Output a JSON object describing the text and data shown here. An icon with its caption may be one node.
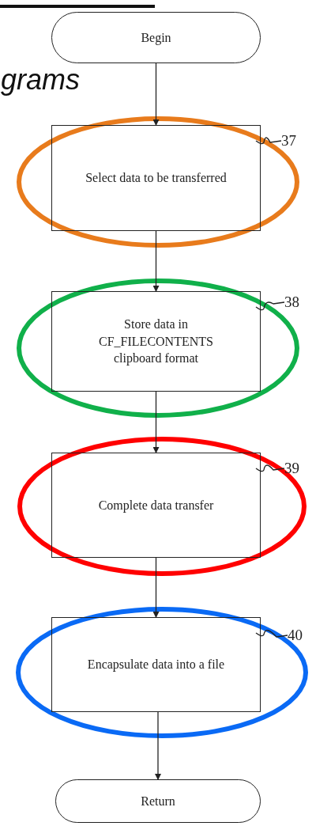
{
  "diagram": {
    "nodes": [
      {
        "text": [
          "Begin"
        ]
      },
      {
        "text": [
          "Select data to be transferred"
        ]
      },
      {
        "text": [
          "Store data in CF_FILECONTENTS clipboard format"
        ]
      },
      {
        "text": [
          "Complete data transfer"
        ]
      },
      {
        "text": [
          "Encapsulate data into a file"
        ]
      },
      {
        "text": [
          "Return"
        ]
      },
      {
        "text": [
          "37"
        ]
      },
      {
        "text": [
          "38"
        ]
      },
      {
        "text": [
          "39"
        ]
      },
      {
        "text": [
          "40"
        ]
      }
    ],
    "edges": [
      {
        "from": 0,
        "to": 1,
        "arrow": "to"
      },
      {
        "from": 1,
        "to": 2,
        "arrow": "to"
      },
      {
        "from": 2,
        "to": 3,
        "arrow": "to"
      },
      {
        "from": 3,
        "to": 4,
        "arrow": "to"
      },
      {
        "from": 4,
        "to": 5,
        "arrow": "to"
      },
      {
        "from": 6,
        "to": 1,
        "arrow": "none"
      },
      {
        "from": 7,
        "to": 2,
        "arrow": "none"
      },
      {
        "from": 8,
        "to": 3,
        "arrow": "none"
      },
      {
        "from": 9,
        "to": 4,
        "arrow": "none"
      }
    ],
    "labels": [
      "grams"
    ]
  }
}
